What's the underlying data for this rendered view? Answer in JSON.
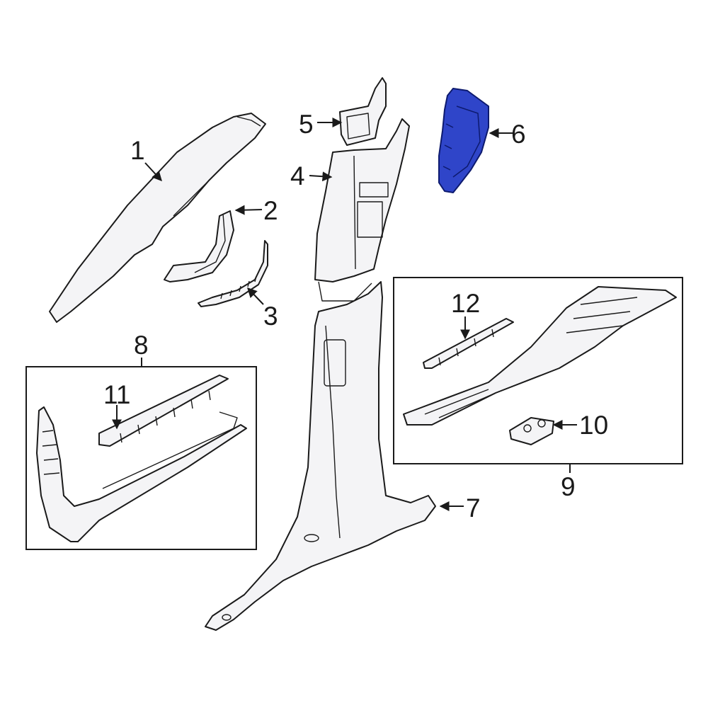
{
  "colors": {
    "line": "#1a1a1a",
    "part_fill": "#f4f4f6",
    "highlight_fill": "#2f45c9",
    "highlight_stroke": "#0d1a6e",
    "background": "#ffffff"
  },
  "highlighted_part": "6",
  "callouts": {
    "c1": "1",
    "c2": "2",
    "c3": "3",
    "c4": "4",
    "c5": "5",
    "c6": "6",
    "c7": "7",
    "c8": "8",
    "c9": "9",
    "c10": "10",
    "c11": "11",
    "c12": "12"
  }
}
